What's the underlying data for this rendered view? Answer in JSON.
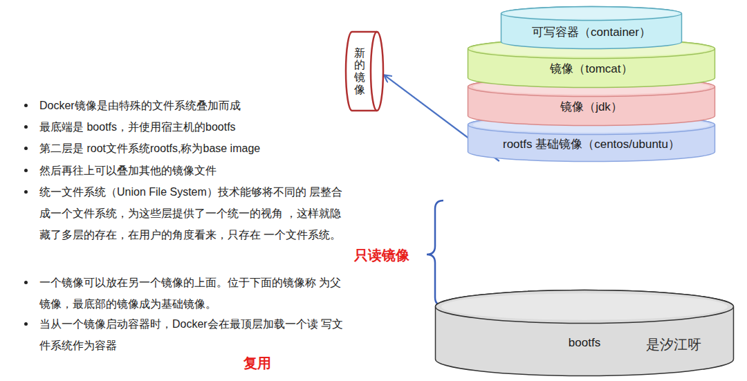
{
  "diagram": {
    "nodes": [
      {
        "text": [
          "新的镜像"
        ]
      },
      {
        "text": [
          "可写容器（container）"
        ]
      },
      {
        "text": [
          "镜像（tomcat）"
        ]
      },
      {
        "text": [
          "镜像（jdk）"
        ]
      },
      {
        "text": [
          "rootfs 基础镜像（centos/ubuntu）"
        ]
      },
      {
        "text": [
          "bootfs"
        ]
      }
    ],
    "edges": [
      {
        "from": 4,
        "to": 0,
        "arrow": "to"
      }
    ],
    "labels": [
      "Docker镜像是由特殊的文件系统叠加而成",
      "最底端是 bootfs，并使用宿主机的bootfs",
      "第二层是 root文件系统rootfs,称为base image",
      "然后再往上可以叠加其他的镜像文件",
      "统一文件系统（Union File System）技术能够将不同的 层整合成一个文件系统，为这些层提供了一个统一的视角 ，这样就隐藏了多层的存在，在用户的角度看来，只存在 一个文件系统。",
      "一个镜像可以放在另一个镜像的上面。位于下面的镜像称 为父镜像，最底部的镜像成为基础镜像。",
      "当从一个镜像启动容器时，Docker会在最顶层加载一个读 写文件系统作为容器",
      "只读镜像",
      "复用",
      "是汐江呀"
    ]
  }
}
